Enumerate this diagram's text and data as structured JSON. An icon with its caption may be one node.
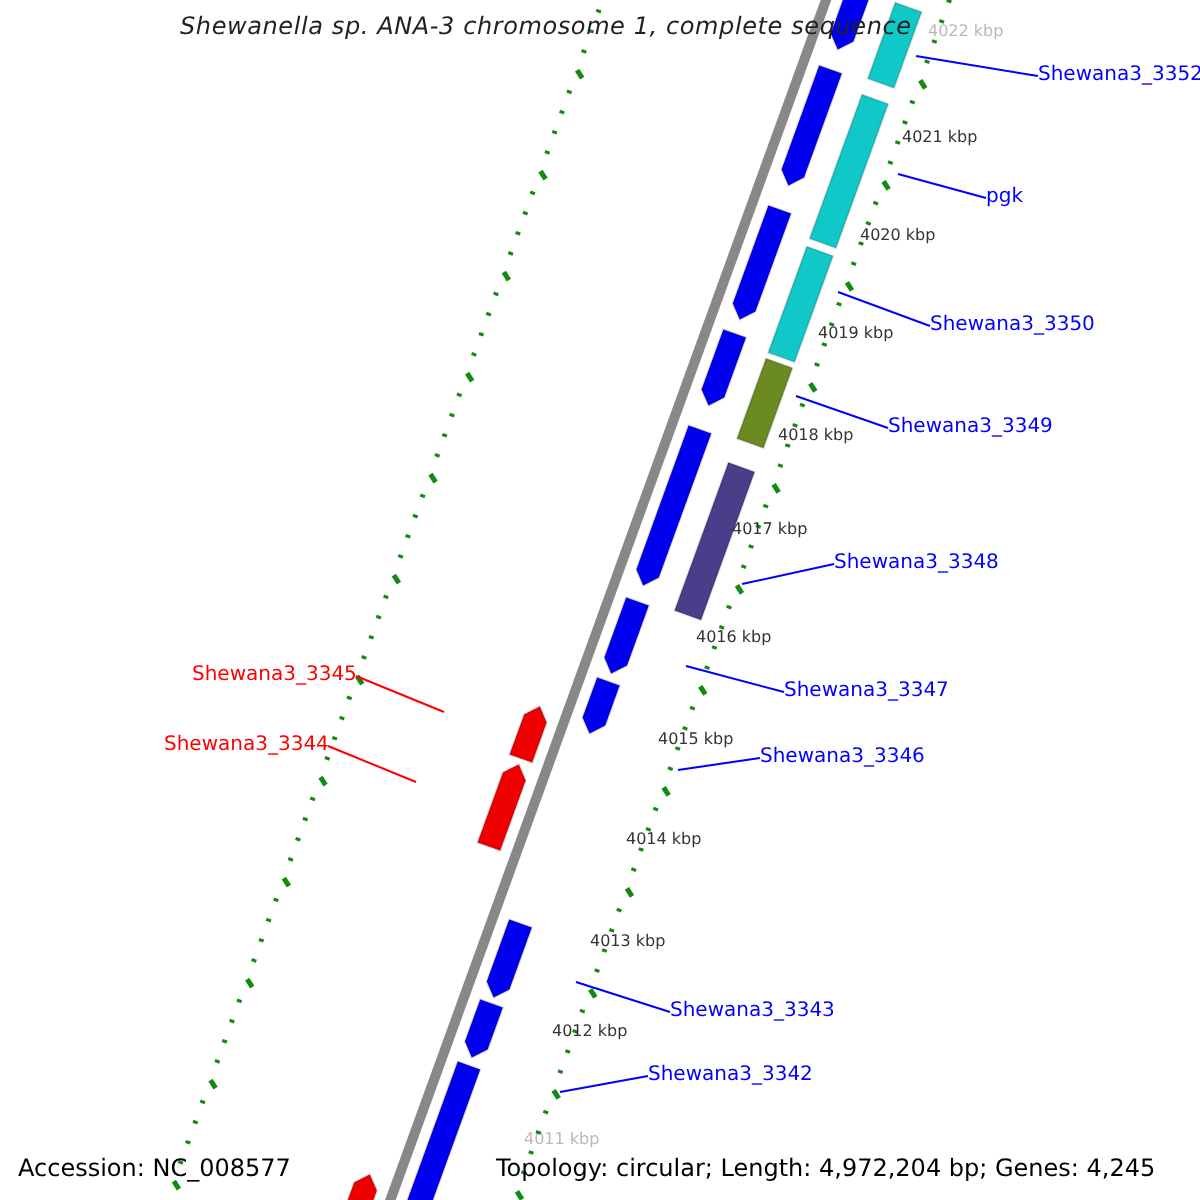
{
  "diagram": {
    "title": "Shewanella sp. ANA-3 chromosome 1, complete sequence",
    "nodes": [
      {
        "text": [
          "Shewana3_3352"
        ]
      },
      {
        "text": [
          "pgk"
        ]
      },
      {
        "text": [
          "Shewana3_3350"
        ]
      },
      {
        "text": [
          "Shewana3_3349"
        ]
      },
      {
        "text": [
          "Shewana3_3348"
        ]
      },
      {
        "text": [
          "Shewana3_3347"
        ]
      },
      {
        "text": [
          "Shewana3_3346"
        ]
      },
      {
        "text": [
          "Shewana3_3345"
        ]
      },
      {
        "text": [
          "Shewana3_3344"
        ]
      },
      {
        "text": [
          "Shewana3_3343"
        ]
      },
      {
        "text": [
          "Shewana3_3342"
        ]
      }
    ],
    "edges": [
      {
        "from": 0,
        "to": null,
        "arrow": "none"
      },
      {
        "from": 1,
        "to": null,
        "arrow": "none"
      },
      {
        "from": 2,
        "to": null,
        "arrow": "none"
      },
      {
        "from": 3,
        "to": null,
        "arrow": "none"
      },
      {
        "from": 4,
        "to": null,
        "arrow": "none"
      },
      {
        "from": 5,
        "to": null,
        "arrow": "none"
      },
      {
        "from": 6,
        "to": null,
        "arrow": "none"
      },
      {
        "from": 7,
        "to": null,
        "arrow": "none",
        "color": "#ff0000"
      },
      {
        "from": 8,
        "to": null,
        "arrow": "none",
        "color": "#ff0000"
      },
      {
        "from": 9,
        "to": null,
        "arrow": "none"
      },
      {
        "from": 10,
        "to": null,
        "arrow": "none"
      }
    ],
    "labels": [
      "4022 kbp",
      "4021 kbp",
      "4020 kbp",
      "4019 kbp",
      "4018 kbp",
      "4017 kbp",
      "4016 kbp",
      "4015 kbp",
      "4014 kbp",
      "4013 kbp",
      "4012 kbp",
      "4011 kbp",
      "Accession: NC_008577",
      "Topology: circular; Length: 4,972,204 bp; Genes: 4,245"
    ]
  }
}
